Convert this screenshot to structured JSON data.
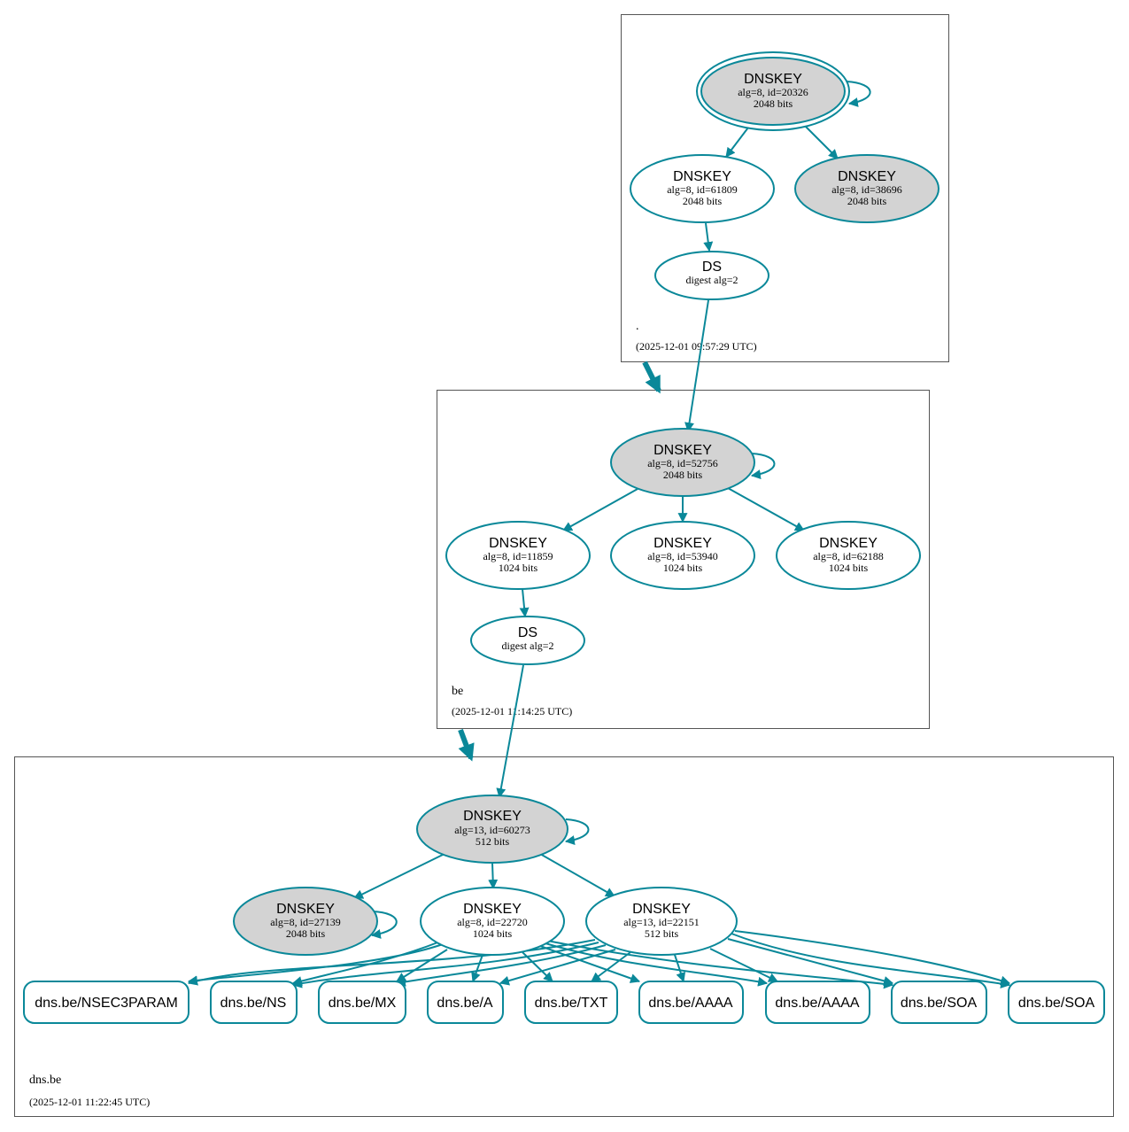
{
  "colors": {
    "accent": "#0a8899",
    "sep_fill": "#d3d3d3",
    "normal_fill": "#ffffff"
  },
  "zones": {
    "root": {
      "name": ".",
      "time": "(2025-12-01 09:57:29 UTC)"
    },
    "be": {
      "name": "be",
      "time": "(2025-12-01 11:14:25 UTC)"
    },
    "dnsbe": {
      "name": "dns.be",
      "time": "(2025-12-01 11:22:45 UTC)"
    }
  },
  "nodes": {
    "root_ksk": {
      "title": "DNSKEY",
      "l1": "alg=8, id=20326",
      "l2": "2048 bits"
    },
    "root_zsk1": {
      "title": "DNSKEY",
      "l1": "alg=8, id=61809",
      "l2": "2048 bits"
    },
    "root_zsk2": {
      "title": "DNSKEY",
      "l1": "alg=8, id=38696",
      "l2": "2048 bits"
    },
    "root_ds": {
      "title": "DS",
      "l1": "digest alg=2"
    },
    "be_ksk": {
      "title": "DNSKEY",
      "l1": "alg=8, id=52756",
      "l2": "2048 bits"
    },
    "be_zsk1": {
      "title": "DNSKEY",
      "l1": "alg=8, id=11859",
      "l2": "1024 bits"
    },
    "be_zsk2": {
      "title": "DNSKEY",
      "l1": "alg=8, id=53940",
      "l2": "1024 bits"
    },
    "be_zsk3": {
      "title": "DNSKEY",
      "l1": "alg=8, id=62188",
      "l2": "1024 bits"
    },
    "be_ds": {
      "title": "DS",
      "l1": "digest alg=2"
    },
    "d_ksk": {
      "title": "DNSKEY",
      "l1": "alg=13, id=60273",
      "l2": "512 bits"
    },
    "d_k1": {
      "title": "DNSKEY",
      "l1": "alg=8, id=27139",
      "l2": "2048 bits"
    },
    "d_k2": {
      "title": "DNSKEY",
      "l1": "alg=8, id=22720",
      "l2": "1024 bits"
    },
    "d_k3": {
      "title": "DNSKEY",
      "l1": "alg=13, id=22151",
      "l2": "512 bits"
    }
  },
  "rrsets": [
    "dns.be/NSEC3PARAM",
    "dns.be/NS",
    "dns.be/MX",
    "dns.be/A",
    "dns.be/TXT",
    "dns.be/AAAA",
    "dns.be/AAAA",
    "dns.be/SOA",
    "dns.be/SOA"
  ]
}
